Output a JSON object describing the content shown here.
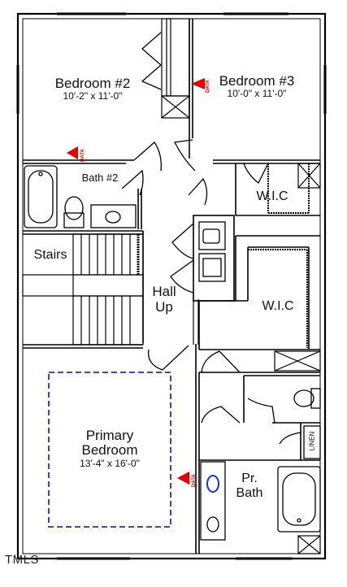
{
  "rooms": {
    "bedroom2": {
      "name": "Bedroom #2",
      "dims": "10'-2\" x 11'-0\""
    },
    "bedroom3": {
      "name": "Bedroom #3",
      "dims": "10'-0\" x 11'-0\""
    },
    "bath2": {
      "name": "Bath #2"
    },
    "wic_upper": {
      "name": "W.I.C"
    },
    "wic_lower": {
      "name": "W.I.C"
    },
    "stairs": {
      "name": "Stairs"
    },
    "hall_line1": "Hall",
    "hall_line2": "Up",
    "primary_line1": "Primary",
    "primary_line2": "Bedroom",
    "primary_dims": "13'-4\" x 16'-0\"",
    "pr_bath_line1": "Pr.",
    "pr_bath_line2": "Bath",
    "linen": "LINEN"
  },
  "markers": {
    "data_label": "DATA"
  },
  "watermark": "TMLS",
  "colors": {
    "wall": "#000000",
    "marker": "#e00000",
    "dashed": "#2430b8",
    "sink": "#1d2fd0"
  }
}
